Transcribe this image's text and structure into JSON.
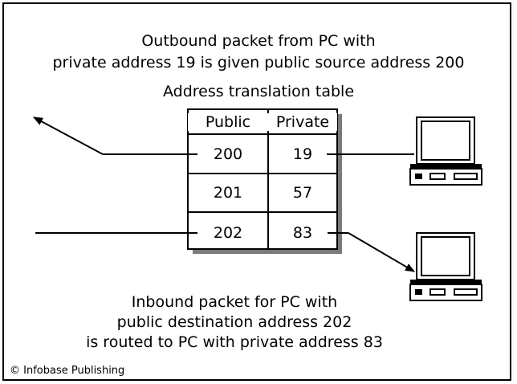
{
  "captions": {
    "top": [
      "Outbound packet from PC with",
      "private address 19 is given public source address 200"
    ],
    "table_title": "Address translation table",
    "bottom": [
      "Inbound packet for PC with",
      "public destination address 202",
      "is routed to PC with private address 83"
    ]
  },
  "table": {
    "headers": {
      "public": "Public",
      "private": "Private"
    },
    "rows": [
      {
        "public": "200",
        "private": "19"
      },
      {
        "public": "201",
        "private": "57"
      },
      {
        "public": "202",
        "private": "83"
      }
    ]
  },
  "credit": "© Infobase Publishing",
  "icons": [
    "computer-icon",
    "computer-icon"
  ],
  "colors": {
    "line": "#000000",
    "background": "#ffffff",
    "table_shadow": "#7a7a7a"
  }
}
